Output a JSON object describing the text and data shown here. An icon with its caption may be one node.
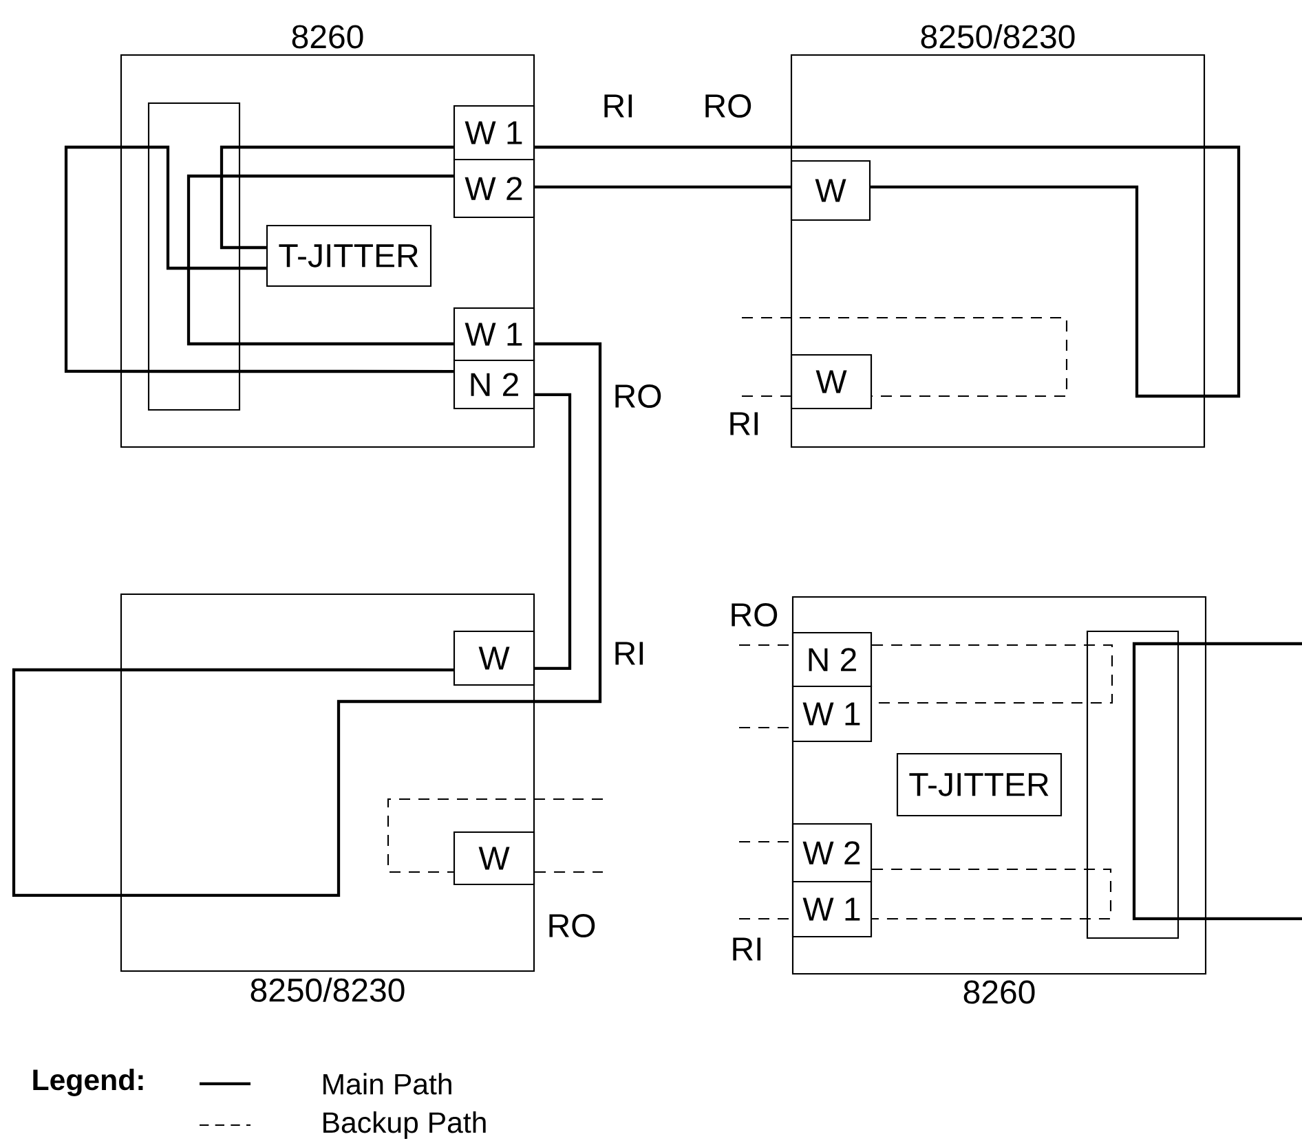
{
  "diagram": {
    "nodes": [
      {
        "text": [
          "8260"
        ]
      },
      {
        "text": [
          "W 1"
        ],
        "in": 0
      },
      {
        "text": [
          "W 2"
        ],
        "in": 0
      },
      {
        "text": [
          "T-JITTER"
        ],
        "in": 0
      },
      {
        "text": [
          "W 1"
        ],
        "in": 0
      },
      {
        "text": [
          "N 2"
        ],
        "in": 0
      },
      {
        "text": [
          "8250/8230"
        ]
      },
      {
        "text": [
          "W"
        ],
        "in": 6
      },
      {
        "text": [
          "W"
        ],
        "in": 6
      },
      {
        "text": [
          "8250/8230"
        ]
      },
      {
        "text": [
          "W"
        ],
        "in": 9
      },
      {
        "text": [
          "W"
        ],
        "in": 9
      },
      {
        "text": [
          "8260"
        ]
      },
      {
        "text": [
          "N 2"
        ],
        "in": 12
      },
      {
        "text": [
          "W 1"
        ],
        "in": 12
      },
      {
        "text": [
          "T-JITTER"
        ],
        "in": 12
      },
      {
        "text": [
          "W 2"
        ],
        "in": 12
      },
      {
        "text": [
          "W 1"
        ],
        "in": 12
      }
    ],
    "edges": [
      {
        "from": 2,
        "to": 7,
        "arrow": "none"
      },
      {
        "from": 7,
        "to": 1,
        "arrow": "none"
      },
      {
        "from": 1,
        "to": 3,
        "arrow": "none"
      },
      {
        "from": 2,
        "to": 4,
        "arrow": "none"
      },
      {
        "from": 3,
        "to": 5,
        "arrow": "none"
      },
      {
        "from": 4,
        "to": 10,
        "arrow": "none"
      },
      {
        "from": 5,
        "to": 10,
        "arrow": "none"
      },
      {
        "from": 13,
        "to": 14,
        "arrow": "none",
        "style": "dashed"
      },
      {
        "from": 16,
        "to": 17,
        "arrow": "none",
        "style": "dashed"
      },
      {
        "from": null,
        "to": 13,
        "arrow": "none",
        "style": "dashed"
      },
      {
        "from": null,
        "to": 14,
        "arrow": "none",
        "style": "dashed"
      },
      {
        "from": null,
        "to": 16,
        "arrow": "none",
        "style": "dashed"
      },
      {
        "from": null,
        "to": 17,
        "arrow": "none",
        "style": "dashed"
      },
      {
        "from": null,
        "to": 8,
        "arrow": "none",
        "style": "dashed"
      },
      {
        "from": null,
        "to": 8,
        "arrow": "none",
        "style": "dashed"
      },
      {
        "from": null,
        "to": 11,
        "arrow": "none",
        "style": "dashed"
      },
      {
        "from": 11,
        "to": null,
        "arrow": "none",
        "style": "dashed"
      }
    ],
    "labels": [
      "RI",
      "RO",
      "RO",
      "RI",
      "RO",
      "RI",
      "RO",
      "RI",
      "Legend:"
    ],
    "legend": [
      {
        "text": "Main Path"
      },
      {
        "text": "Backup Path"
      }
    ]
  }
}
